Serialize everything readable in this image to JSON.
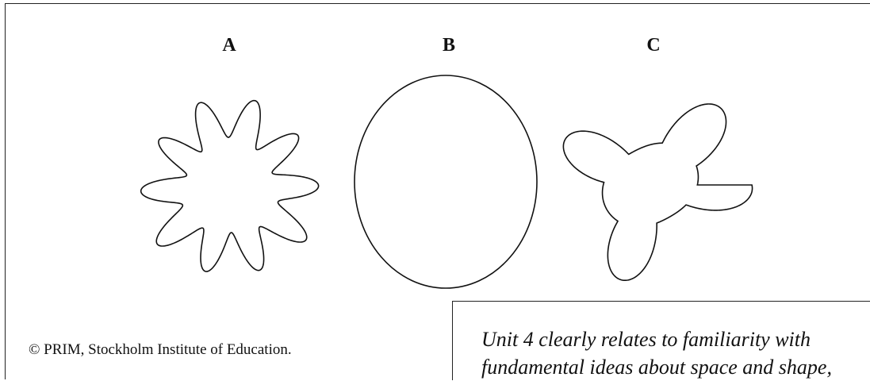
{
  "figure": {
    "labels": {
      "a": "A",
      "b": "B",
      "c": "C"
    },
    "shapes": {
      "a": "wavy-ring-blob",
      "b": "ellipse",
      "c": "star-blob"
    }
  },
  "footer": {
    "copyright": "© PRIM, Stockholm Institute of Education."
  },
  "note": {
    "line1": "Unit 4 clearly relates to familiarity with",
    "line2": "fundamental ideas about space and shape,"
  },
  "colors": {
    "stroke": "#111111",
    "background": "#ffffff"
  }
}
